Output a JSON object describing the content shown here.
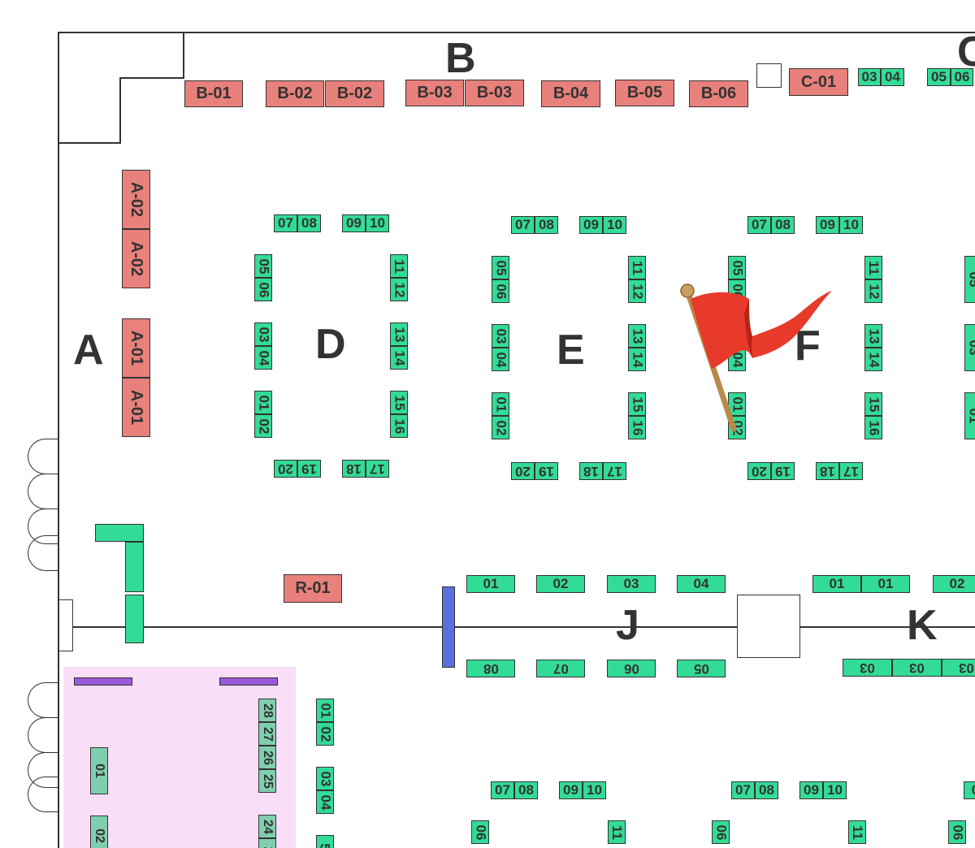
{
  "sections": {
    "A": "A",
    "B": "B",
    "C": "C",
    "D": "D",
    "E": "E",
    "F": "F",
    "J": "J",
    "K": "K"
  },
  "colors": {
    "vendor": "#e8807b",
    "circle": "#32dc96",
    "special_zone": "#f9def8",
    "special_booth": "#7fcfae",
    "marker_blue": "#5c6fe0",
    "marker_purple": "#9b59d9"
  },
  "booths": {
    "A": [
      "A-02",
      "A-02",
      "A-01",
      "A-01"
    ],
    "B": [
      "B-01",
      "B-02",
      "B-02",
      "B-03",
      "B-03",
      "B-04",
      "B-05",
      "B-06"
    ],
    "C": [
      "C-01",
      "03",
      "04",
      "05",
      "06"
    ],
    "R": [
      "R-01"
    ],
    "island": {
      "top": [
        "07",
        "08",
        "09",
        "10"
      ],
      "left": [
        "05",
        "06",
        "03",
        "04",
        "01",
        "02"
      ],
      "right": [
        "11",
        "12",
        "13",
        "14",
        "15",
        "16"
      ],
      "bottom": [
        "19",
        "20",
        "17",
        "18"
      ]
    },
    "J_top": [
      "01",
      "02",
      "03",
      "04"
    ],
    "J_bottom": [
      "08",
      "07",
      "06",
      "05"
    ],
    "K_top": [
      "01",
      "01",
      "02"
    ],
    "K_bottom": [
      "03",
      "03",
      "03"
    ],
    "lower_column": [
      "02",
      "01",
      "04",
      "03",
      "5"
    ],
    "lower_top": [
      "07",
      "08",
      "09",
      "10",
      "07",
      "08",
      "09",
      "10",
      "0"
    ],
    "lower_vert": [
      "06",
      "11",
      "06",
      "11",
      "06"
    ],
    "special_left": [
      "01",
      "02"
    ],
    "special_right": [
      "28",
      "27",
      "26",
      "25",
      "24",
      "2"
    ]
  },
  "marker": {
    "icon": "red-flag-icon"
  }
}
